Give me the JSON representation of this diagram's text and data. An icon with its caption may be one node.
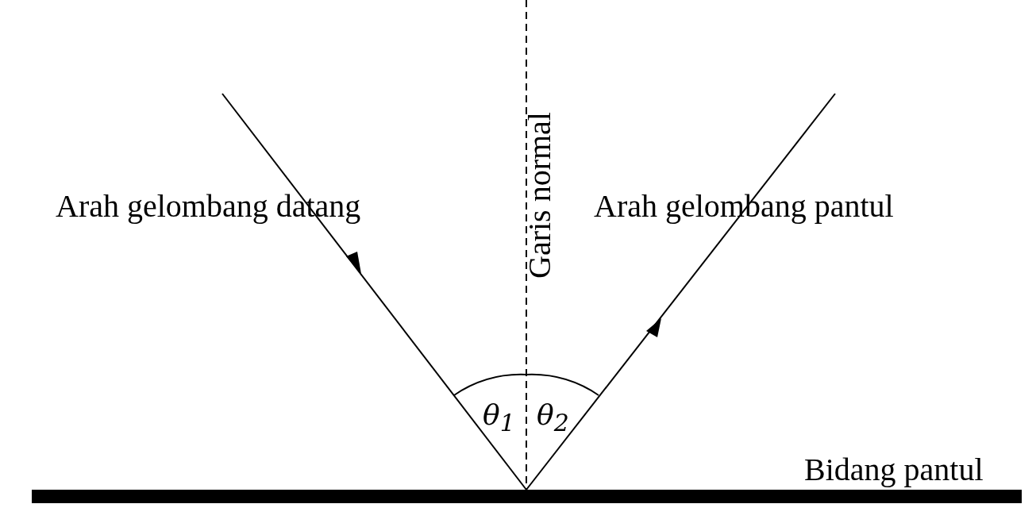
{
  "diagram": {
    "labels": [
      "Arah gelombang datang",
      "Garis normal",
      "Arah gelombang pantul",
      "θ$_{1}$",
      "θ$_{2}$",
      "Bidang pantul"
    ]
  }
}
